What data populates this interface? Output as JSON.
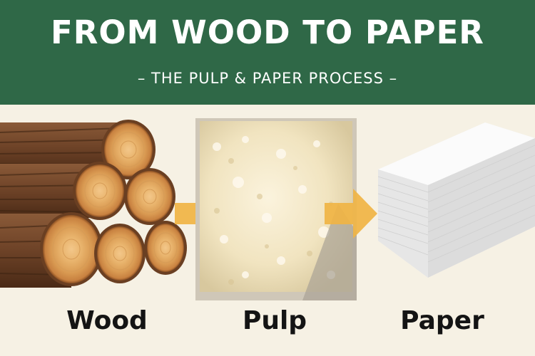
{
  "header": {
    "title": "FROM WOOD TO PAPER",
    "subtitle": "– THE PULP & PAPER PROCESS –"
  },
  "stages": {
    "wood": "Wood",
    "pulp": "Pulp",
    "paper": "Paper"
  },
  "colors": {
    "banner": "#2f6847",
    "background": "#f6f1e4",
    "arrow": "#f0b444"
  },
  "icons": {
    "wood": "log-pile-icon",
    "pulp": "pulp-tray-icon",
    "paper": "paper-stack-icon",
    "arrow": "arrow-right-icon"
  }
}
